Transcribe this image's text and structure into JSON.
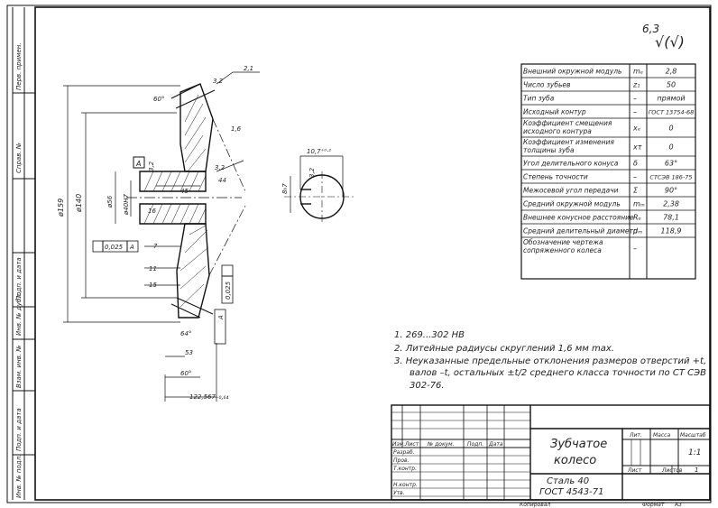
{
  "roughness": {
    "value": "6,3",
    "symbol": "√(√)"
  },
  "params_table": {
    "rows": [
      {
        "name": "Внешний окружной модуль",
        "symbol": "mₑ",
        "value": "2,8"
      },
      {
        "name": "Число зубьев",
        "symbol": "z₁",
        "value": "50"
      },
      {
        "name": "Тип зуба",
        "symbol": "–",
        "value": "прямой"
      },
      {
        "name": "Исходный контур",
        "symbol": "–",
        "value": "ГОСТ 13754-68"
      },
      {
        "name": "Коэффициент смещения исходного контура",
        "symbol": "xₑ",
        "value": "0"
      },
      {
        "name": "Коэффициент изменения толщины зуба",
        "symbol": "xτ",
        "value": "0"
      },
      {
        "name": "Угол делительного конуса",
        "symbol": "δ",
        "value": "63°"
      },
      {
        "name": "Степень точности",
        "symbol": "–",
        "value": "СТСЭВ 186-75"
      },
      {
        "name": "Межосевой угол передачи",
        "symbol": "Σ",
        "value": "90°"
      },
      {
        "name": "Средний окружной модуль",
        "symbol": "mₘ",
        "value": "2,38"
      },
      {
        "name": "Внешнее конусное расстояние",
        "symbol": "Rₑ",
        "value": "78,1"
      },
      {
        "name": "Средний делительный диаметр",
        "symbol": "dₘ",
        "value": "118,9"
      },
      {
        "name": "Обозначение чертежа сопряженного колеса",
        "symbol": "–",
        "value": ""
      }
    ]
  },
  "notes": [
    "1.  269...302 НВ",
    "2.  Литейные радиусы скруглений 1,6 мм max.",
    "3.  Неуказанные предельные отклонения размеров отверстий +t,",
    "валов –t, остальных ±t/2 среднего класса точности по СТ СЭВ",
    "302-76."
  ],
  "title_block": {
    "part_name_1": "Зубчатое",
    "part_name_2": "колесо",
    "material_1": "Сталь 40",
    "material_2": "ГОСТ 4543-71",
    "col_headers": [
      "Изм.",
      "Лист",
      "№ докум.",
      "Подп.",
      "Дата"
    ],
    "role_labels": [
      "Разраб.",
      "Пров.",
      "Т.контр.",
      "Н.контр.",
      "Утв."
    ],
    "lit_label": "Лит.",
    "mass_label": "Масса",
    "scale_label": "Масштаб",
    "scale_value": "1:1",
    "sheet_label": "Лист",
    "sheets_label": "Листов",
    "sheets_value": "1",
    "copied_label": "Копировал",
    "format_label": "Формат",
    "format_value": "А3"
  },
  "side_stamp": [
    "Перв. примен.",
    "Справ. №",
    "Подп. и дата",
    "Инв. № дубл.",
    "Взам. инв. №",
    "Подп. и дата",
    "Инв. № подл."
  ],
  "dimensions": {
    "d_outer": "ø159",
    "d_pitch": "ø140",
    "d_hub": "ø56",
    "d_bore": "ø40H7",
    "d_16": "16",
    "w_hub": "45",
    "w_11": "11",
    "w_15": "15",
    "w_7": "7",
    "len_53": "53",
    "len_60": "60°",
    "len_122": "122,567₋₀,₆₄",
    "ang_60": "60°",
    "ang_64": "64°",
    "r_32a": "3,2",
    "r_32b": "3,2",
    "r_32c": "3,2",
    "r_21": "2,1",
    "r_16": "1,6",
    "r_44": "44",
    "key_width": "10,7⁺⁰·²",
    "key_depth": "8ₕ7",
    "key_r": "3,2"
  },
  "gtol": [
    {
      "value": "0,025",
      "datum": "A"
    },
    {
      "value": "0,025",
      "datum": "A"
    }
  ],
  "datum_label": "A"
}
